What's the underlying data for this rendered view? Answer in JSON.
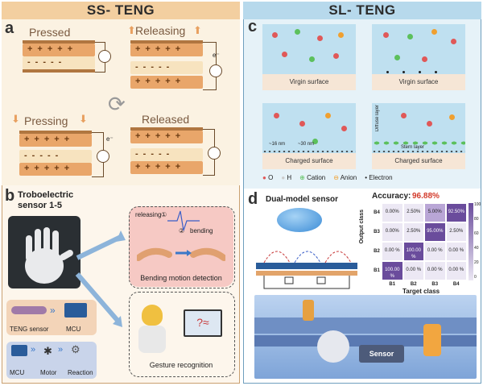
{
  "left_header": "SS- TENG",
  "right_header": "SL- TENG",
  "panel_a": {
    "label": "a",
    "pressed": "Pressed",
    "releasing": "Releasing",
    "pressing": "Pressing",
    "released": "Released",
    "electron_mark": "e⁻"
  },
  "panel_b": {
    "label": "b",
    "sensor_title": "Troboelectric sensor 1-5",
    "releasing": "releasing",
    "bending": "bending",
    "step1": "①",
    "step2": "②",
    "bending_detection": "Bending motion detection",
    "gesture_recognition": "Gesture recognition",
    "teng_sensor": "TENG sensor",
    "mcu": "MCU",
    "mcu2": "MCU",
    "motor": "Motor",
    "reaction": "Reaction"
  },
  "panel_c": {
    "label": "c",
    "virgin_surface": "Virgin surface",
    "charged_surface": "Charged surface",
    "diffuse_layer": "Diffuse layer",
    "stern_layer": "Stern layer",
    "dim1": "~16 nm",
    "dim2": "~30 nm",
    "legend": [
      "O",
      "H",
      "Cation",
      "Anion",
      "Electron"
    ]
  },
  "panel_d": {
    "label": "d",
    "title": "Dual-model sensor",
    "accuracy_label": "Accuracy:",
    "accuracy_value": "96.88%",
    "sensor_text": "Sensor",
    "y_title": "Output class",
    "x_title": "Target class",
    "rows": [
      "B4",
      "B3",
      "B2",
      "B1"
    ],
    "cols": [
      "B1",
      "B2",
      "B3",
      "B4"
    ],
    "matrix": [
      [
        "0.00%",
        "2.50%",
        "5.00%",
        "92.50%"
      ],
      [
        "0.00%",
        "2.50%",
        "95.00%",
        "2.50%"
      ],
      [
        "0.00 %",
        "100.00 %",
        "0.00 %",
        "0.00 %"
      ],
      [
        "100.00 %",
        "0.00 %",
        "0.00 %",
        "0.00 %"
      ]
    ],
    "colorbar_ticks": [
      "100",
      "80",
      "60",
      "40",
      "20",
      "0"
    ],
    "colors": {
      "high": "#6a4c9c",
      "mid": "#b9a6d6",
      "low": "#ece8f4",
      "accuracy": "#d23a2a"
    }
  }
}
